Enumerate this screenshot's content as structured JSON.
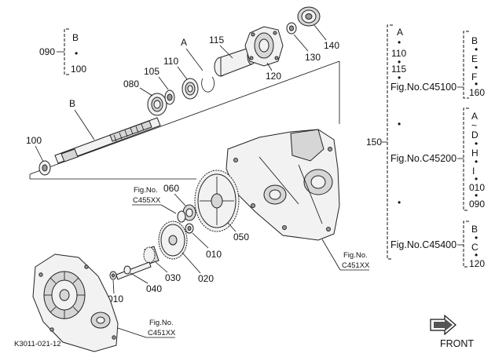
{
  "diagram_code": "K3011-021-12",
  "front_label": "FRONT",
  "parts": {
    "p090": "090",
    "p100_top": "100",
    "p100_left": "100",
    "p080": "080",
    "p105": "105",
    "p110": "110",
    "p115": "115",
    "p120": "120",
    "p130": "130",
    "p140": "140",
    "p150": "150",
    "p060": "060",
    "p050": "050",
    "p010_a": "010",
    "p010_b": "010",
    "p020": "020",
    "p030": "030",
    "p040": "040"
  },
  "letters": {
    "b_bracket": "B",
    "dot": "•",
    "a_top": "A",
    "b_shaft": "B"
  },
  "fig_refs": {
    "c455": {
      "top": "Fig.No.",
      "bottom": "C455XX"
    },
    "c451_right": {
      "top": "Fig.No.",
      "bottom": "C451XX"
    },
    "c451_left": {
      "top": "Fig.No.",
      "bottom": "C451XX"
    }
  },
  "right_key": {
    "a": "A",
    "n110": "110",
    "n115": "115",
    "fig1": "Fig.No.C45100",
    "fig2": "Fig.No.C45200",
    "fig3": "Fig.No.C45400",
    "col1": [
      "B",
      "E",
      "F",
      "160"
    ],
    "col2": [
      "A",
      "~",
      "D",
      "H",
      "I",
      "010",
      "090"
    ],
    "col3": [
      "B",
      "C",
      "120"
    ]
  }
}
